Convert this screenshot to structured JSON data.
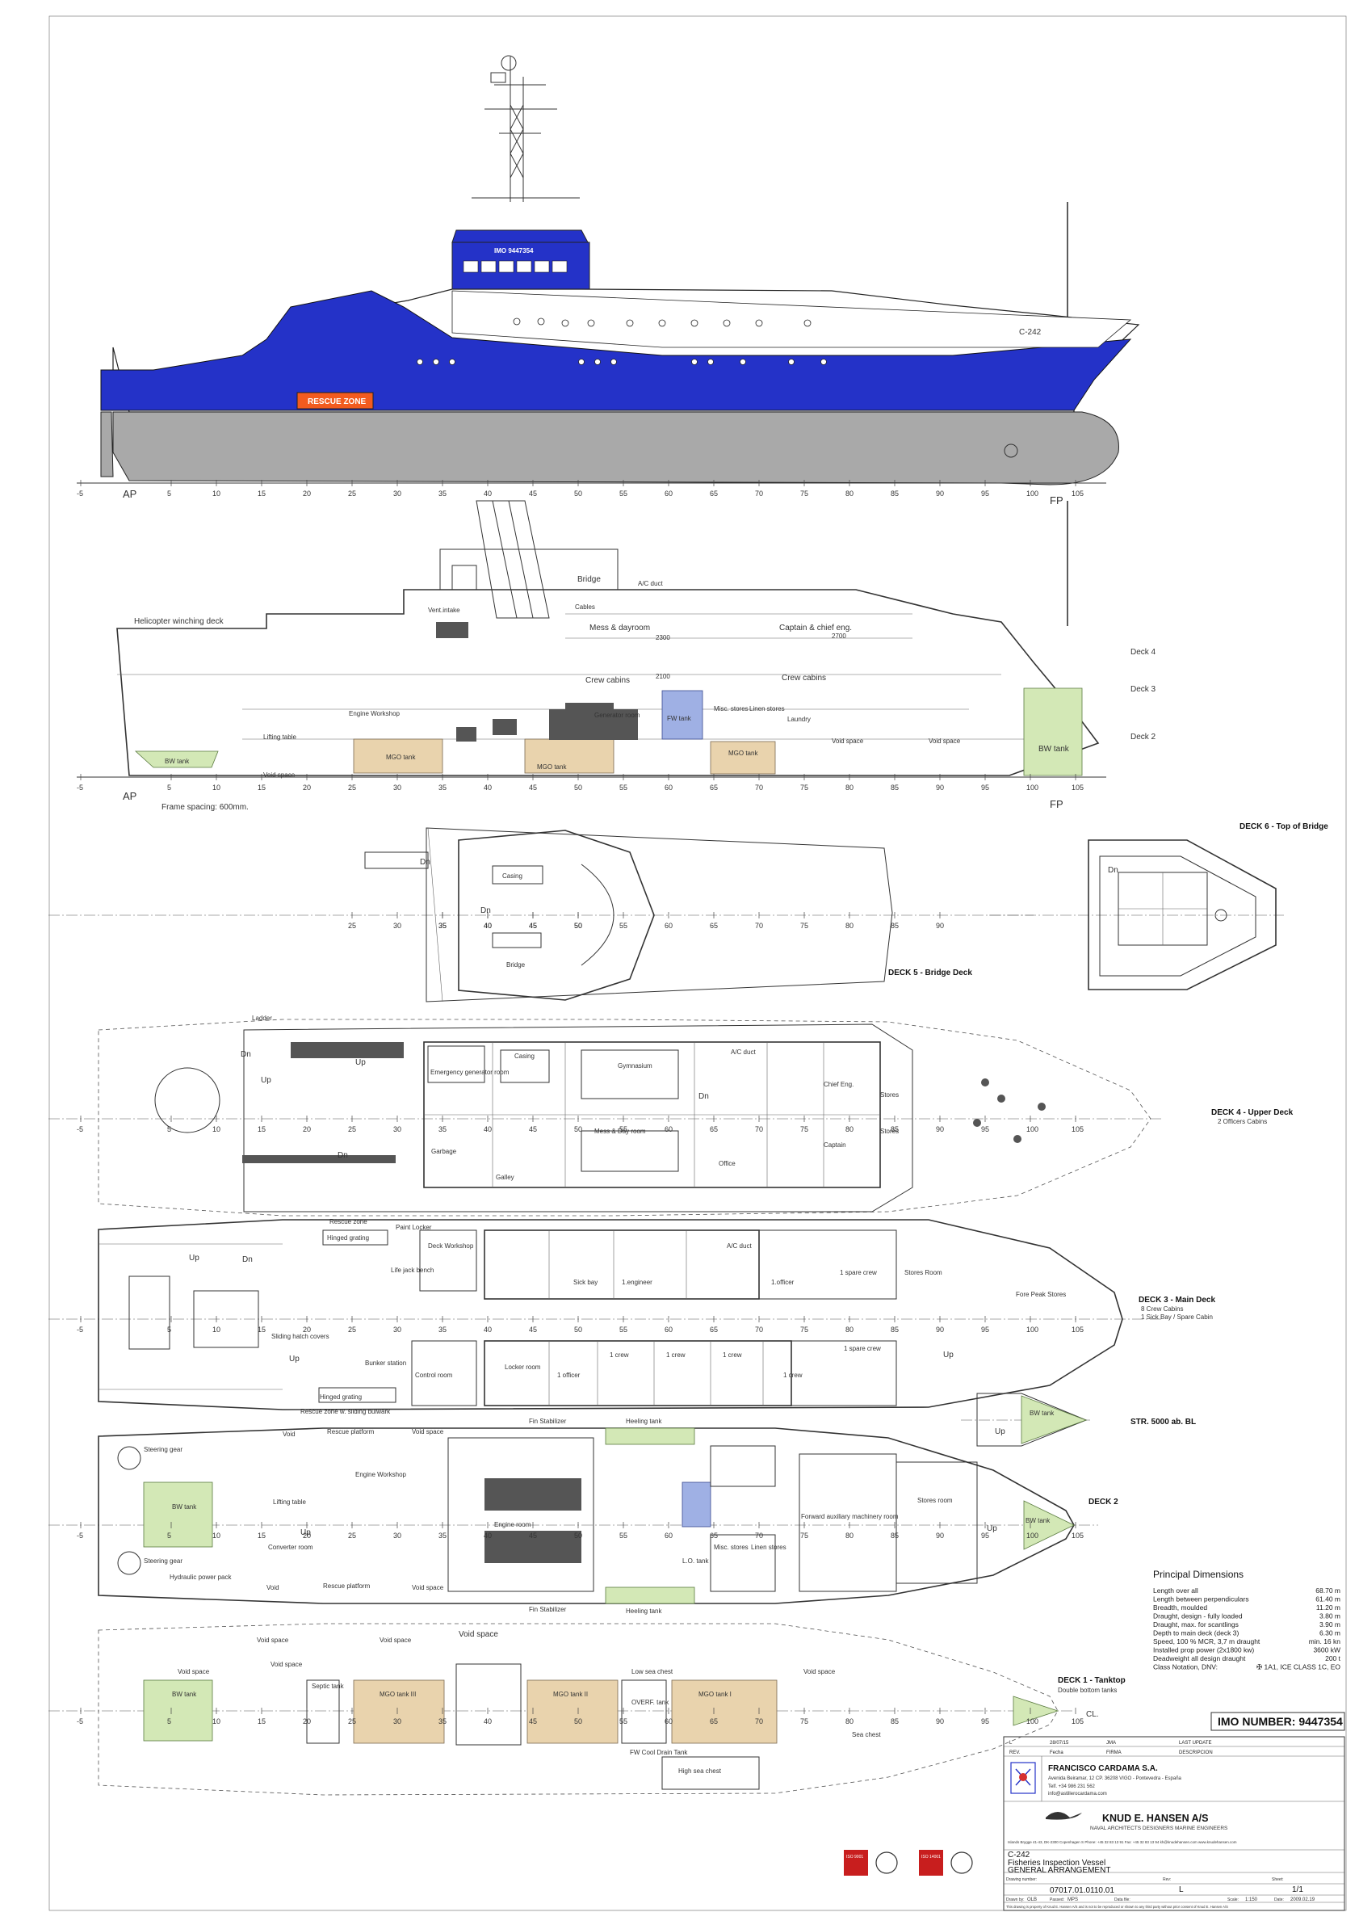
{
  "vessel": {
    "hull_number": "C-242",
    "imo_on_bridge": "IMO 9447354",
    "rescue_zone": "RESCUE ZONE"
  },
  "frame_ticks": [
    "-5",
    "5",
    "10",
    "15",
    "20",
    "25",
    "30",
    "35",
    "40",
    "45",
    "50",
    "55",
    "60",
    "65",
    "70",
    "75",
    "80",
    "85",
    "90",
    "95",
    "100",
    "105"
  ],
  "markers": {
    "ap": "AP",
    "fp": "FP",
    "cl": "CL."
  },
  "profile": {
    "labels": {
      "helideck": "Helicopter winching deck",
      "bridge": "Bridge",
      "ac_duct": "A/C duct",
      "vent_intake": "Vent.intake",
      "cables": "Cables",
      "mess": "Mess & dayroom",
      "captain": "Captain & chief eng.",
      "crew_cabins_1": "Crew cabins",
      "crew_cabins_2": "Crew cabins",
      "deck4": "Deck 4",
      "deck3": "Deck 3",
      "deck2": "Deck 2",
      "engine_workshop": "Engine Workshop",
      "lifting_table": "Lifting table",
      "void_space_1": "Void space",
      "bw_tank_aft": "BW tank",
      "mgo_tank_1": "MGO tank",
      "mgo_tank_2": "MGO tank",
      "mgo_tank_3": "MGO tank",
      "generator_room": "Generator room",
      "fw_tank": "FW tank",
      "misc_stores": "Misc. stores",
      "linen_stores": "Linen stores",
      "laundry": "Laundry",
      "void_space_2": "Void space",
      "void_space_3": "Void space",
      "bw_tank_fwd": "BW tank",
      "frame_spacing": "Frame spacing: 600mm.",
      "dim1": "2300",
      "dim2": "2700",
      "dim3": "2100"
    }
  },
  "deck5": {
    "title": "DECK 5 - Bridge Deck",
    "casing": "Casing",
    "bridge": "Bridge",
    "dn1": "Dn",
    "dn2": "Dn"
  },
  "deck6": {
    "title": "DECK 6 - Top of Bridge",
    "dn": "Dn"
  },
  "deck4": {
    "title": "DECK 4 - Upper Deck",
    "subtitle": "2 Officers Cabins",
    "rooms": {
      "casing": "Casing",
      "gymnasium": "Gymnasium",
      "ac_duct": "A/C duct",
      "chief_eng": "Chief Eng.",
      "stores_1": "Stores",
      "stores_2": "Stores",
      "mess_day": "Mess & Day room",
      "captain": "Captain",
      "galley": "Galley",
      "garbage": "Garbage",
      "office": "Office",
      "emergency_gen": "Emergency generator room",
      "ladder": "Ladder",
      "dn1": "Dn",
      "dn2": "Dn",
      "dn3": "Dn",
      "up1": "Up",
      "up2": "Up"
    }
  },
  "deck3": {
    "title": "DECK 3 - Main Deck",
    "subtitle1": "8 Crew Cabins",
    "subtitle2": "1 Sick Bay / Spare Cabin",
    "rooms": {
      "rescue_zone_top": "Rescue zone",
      "hinged_grating_1": "Hinged grating",
      "hinged_grating_2": "Hinged grating",
      "paint_locker": "Paint Locker",
      "deck_workshop": "Deck Workshop",
      "sick_bay": "Sick bay",
      "engineer": "1.engineer",
      "ac_duct": "A/C duct",
      "officer_1": "1.officer",
      "spare_crew_1": "1 spare crew",
      "stores_room": "Stores Room",
      "fore_peak_stores": "Fore Peak Stores",
      "life_jack_bench": "Life jack bench",
      "sliding_hatch": "Sliding hatch covers",
      "bunker_station": "Bunker station",
      "control_room": "Control room",
      "locker_room": "Locker room",
      "officer_2": "1 officer",
      "crew_1": "1 crew",
      "crew_2": "1 crew",
      "crew_3": "1 crew",
      "crew_4": "1 crew",
      "spare_crew_2": "1 spare crew",
      "rescue_zone_bottom": "Rescue zone w. sliding bulwark",
      "up1": "Up",
      "up2": "Up",
      "dn1": "Dn",
      "up3": "Up"
    }
  },
  "str5000": {
    "title": "STR. 5000 ab. BL",
    "bw_tank": "BW tank",
    "up": "Up"
  },
  "deck2": {
    "title": "DECK 2",
    "rooms": {
      "steering_gear_1": "Steering gear",
      "steering_gear_2": "Steering gear",
      "bw_tank_aft": "BW tank",
      "void_1": "Void",
      "void_space_1": "Void space",
      "rescue_platform_1": "Rescue platform",
      "rescue_platform_2": "Rescue platform",
      "engine_workshop": "Engine Workshop",
      "lifting_table": "Lifting table",
      "converter_room": "Converter room",
      "hydraulic_pack": "Hydraulic power pack",
      "void_2": "Void",
      "void_space_2": "Void space",
      "fin_stabilizer_1": "Fin Stabilizer",
      "fin_stabilizer_2": "Fin Stabilizer",
      "heeling_tank_1": "Heeling tank",
      "heeling_tank_2": "Heeling tank",
      "engine_room": "Engine room",
      "forward_aux": "Forward auxiliary machinery room",
      "stores_room": "Stores room",
      "misc_stores": "Misc. stores",
      "linen_stores": "Linen stores",
      "bw_tank_fwd": "BW tank",
      "lo_tank": "L.O. tank",
      "up1": "Up",
      "up2": "Up"
    }
  },
  "deck1": {
    "title": "DECK 1 - Tanktop",
    "subtitle": "Double bottom tanks",
    "rooms": {
      "void_space_1": "Void space",
      "void_space_2": "Void space",
      "void_space_3": "Void space",
      "void_space_4": "Void space",
      "void_space_5": "Void space",
      "void_space_6": "Void space",
      "bw_tank": "BW tank",
      "mgo_tank_3": "MGO tank III",
      "mgo_tank_2": "MGO tank II",
      "mgo_tank_1": "MGO tank I",
      "low_sea_chest": "Low sea chest",
      "overflow_tank": "OVERF. tank",
      "fw_cool_drain": "FW Cool Drain Tank",
      "high_sea_chest": "High sea chest",
      "sea_chest": "Sea chest",
      "septic_tank": "Septic tank"
    }
  },
  "principal_dimensions": {
    "title": "Principal Dimensions",
    "rows": [
      {
        "label": "Length over all",
        "value": "68.70 m"
      },
      {
        "label": "Length between perpendiculars",
        "value": "61.40 m"
      },
      {
        "label": "Breadth, moulded",
        "value": "11.20 m"
      },
      {
        "label": "Draught, design - fully loaded",
        "value": "3.80 m"
      },
      {
        "label": "Draught, max. for scantlings",
        "value": "3.90 m"
      },
      {
        "label": "Depth to main deck (deck 3)",
        "value": "6.30 m"
      },
      {
        "label": "Speed, 100 % MCR, 3,7 m draught",
        "value": "min. 16 kn"
      },
      {
        "label": "Installed prop power (2x1800 kw)",
        "value": "3600 kW"
      },
      {
        "label": "Deadweight all design draught",
        "value": "200 t"
      },
      {
        "label": "Class Notation, DNV:",
        "value": "✠ 1A1, ICE CLASS 1C, EO"
      }
    ]
  },
  "title_block": {
    "imo_number": "IMO NUMBER: 9447354",
    "rev_row": [
      "L",
      "28/07/15",
      "JMA",
      "LAST UPDATE"
    ],
    "rev_header": [
      "REV.",
      "Fecha",
      "FIRMA",
      "DESCRIPCION"
    ],
    "shipyard": "FRANCISCO CARDAMA S.A.",
    "shipyard_addr": "Avenida Beiramar, 12 CP. 36208 VIGO - Pontevedra - España",
    "shipyard_tel": "Telf. +34 986 231 562",
    "shipyard_web": "info@astillerocardama.com",
    "designer": "KNUD E. HANSEN A/S",
    "designer_sub": "NAVAL ARCHITECTS  DESIGNERS  MARINE ENGINEERS",
    "designer_addr": "Islands Brygge 41-43, DK-2300 Copenhagen S   Phone: +45 32 83 13 91   Fax: +45 32 83 13 94   kh@knudehansen.com   www.knudehansen.com",
    "project": "C-242",
    "project_desc": "Fisheries Inspection Vessel",
    "drawing_title": "GENERAL ARRANGEMENT",
    "drawing_number_label": "Drawing number:",
    "drawing_number": "07017.01.0110.01",
    "rev_label": "Rev:",
    "rev": "L",
    "sheet_label": "Sheet:",
    "sheet": "1/1",
    "drawn_label": "Drawn by:",
    "drawn": "OLB",
    "passed_label": "Passed:",
    "passed": "MPS",
    "datafile_label": "Data file:",
    "scale_label": "Scale:",
    "scale": "1:150",
    "date_label": "Date:",
    "date": "2009.02.19",
    "copyright": "This drawing is property of Knud E. Hansen A/S and is not to be reproduced or shown to any third party without prior consent of Knud E. Hansen A/S",
    "cert_1": "ISO 9001",
    "cert_2": "ISO 14001"
  },
  "colors": {
    "hull_blue": "#2432c8",
    "underwater_grey": "#a9a9a9",
    "rescue_orange": "#f25b1f",
    "mgo_fill": "#e9d3ad",
    "bw_fill": "#d3e8b6",
    "fw_fill": "#9fb0e4"
  }
}
